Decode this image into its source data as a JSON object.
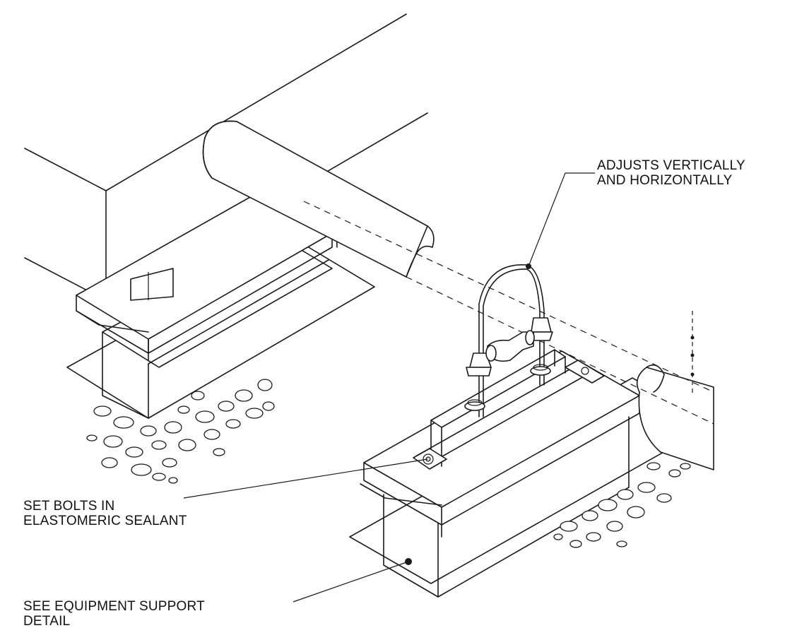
{
  "callouts": {
    "adjusts": [
      "ADJUSTS VERTICALLY",
      "AND HORIZONTALLY"
    ],
    "set_bolts": [
      "SET BOLTS IN",
      "ELASTOMERIC SEALANT"
    ],
    "see_support": [
      "SEE EQUIPMENT SUPPORT",
      "DETAIL"
    ]
  },
  "colors": {
    "ink": "#1a1a1a",
    "background": "#ffffff"
  }
}
